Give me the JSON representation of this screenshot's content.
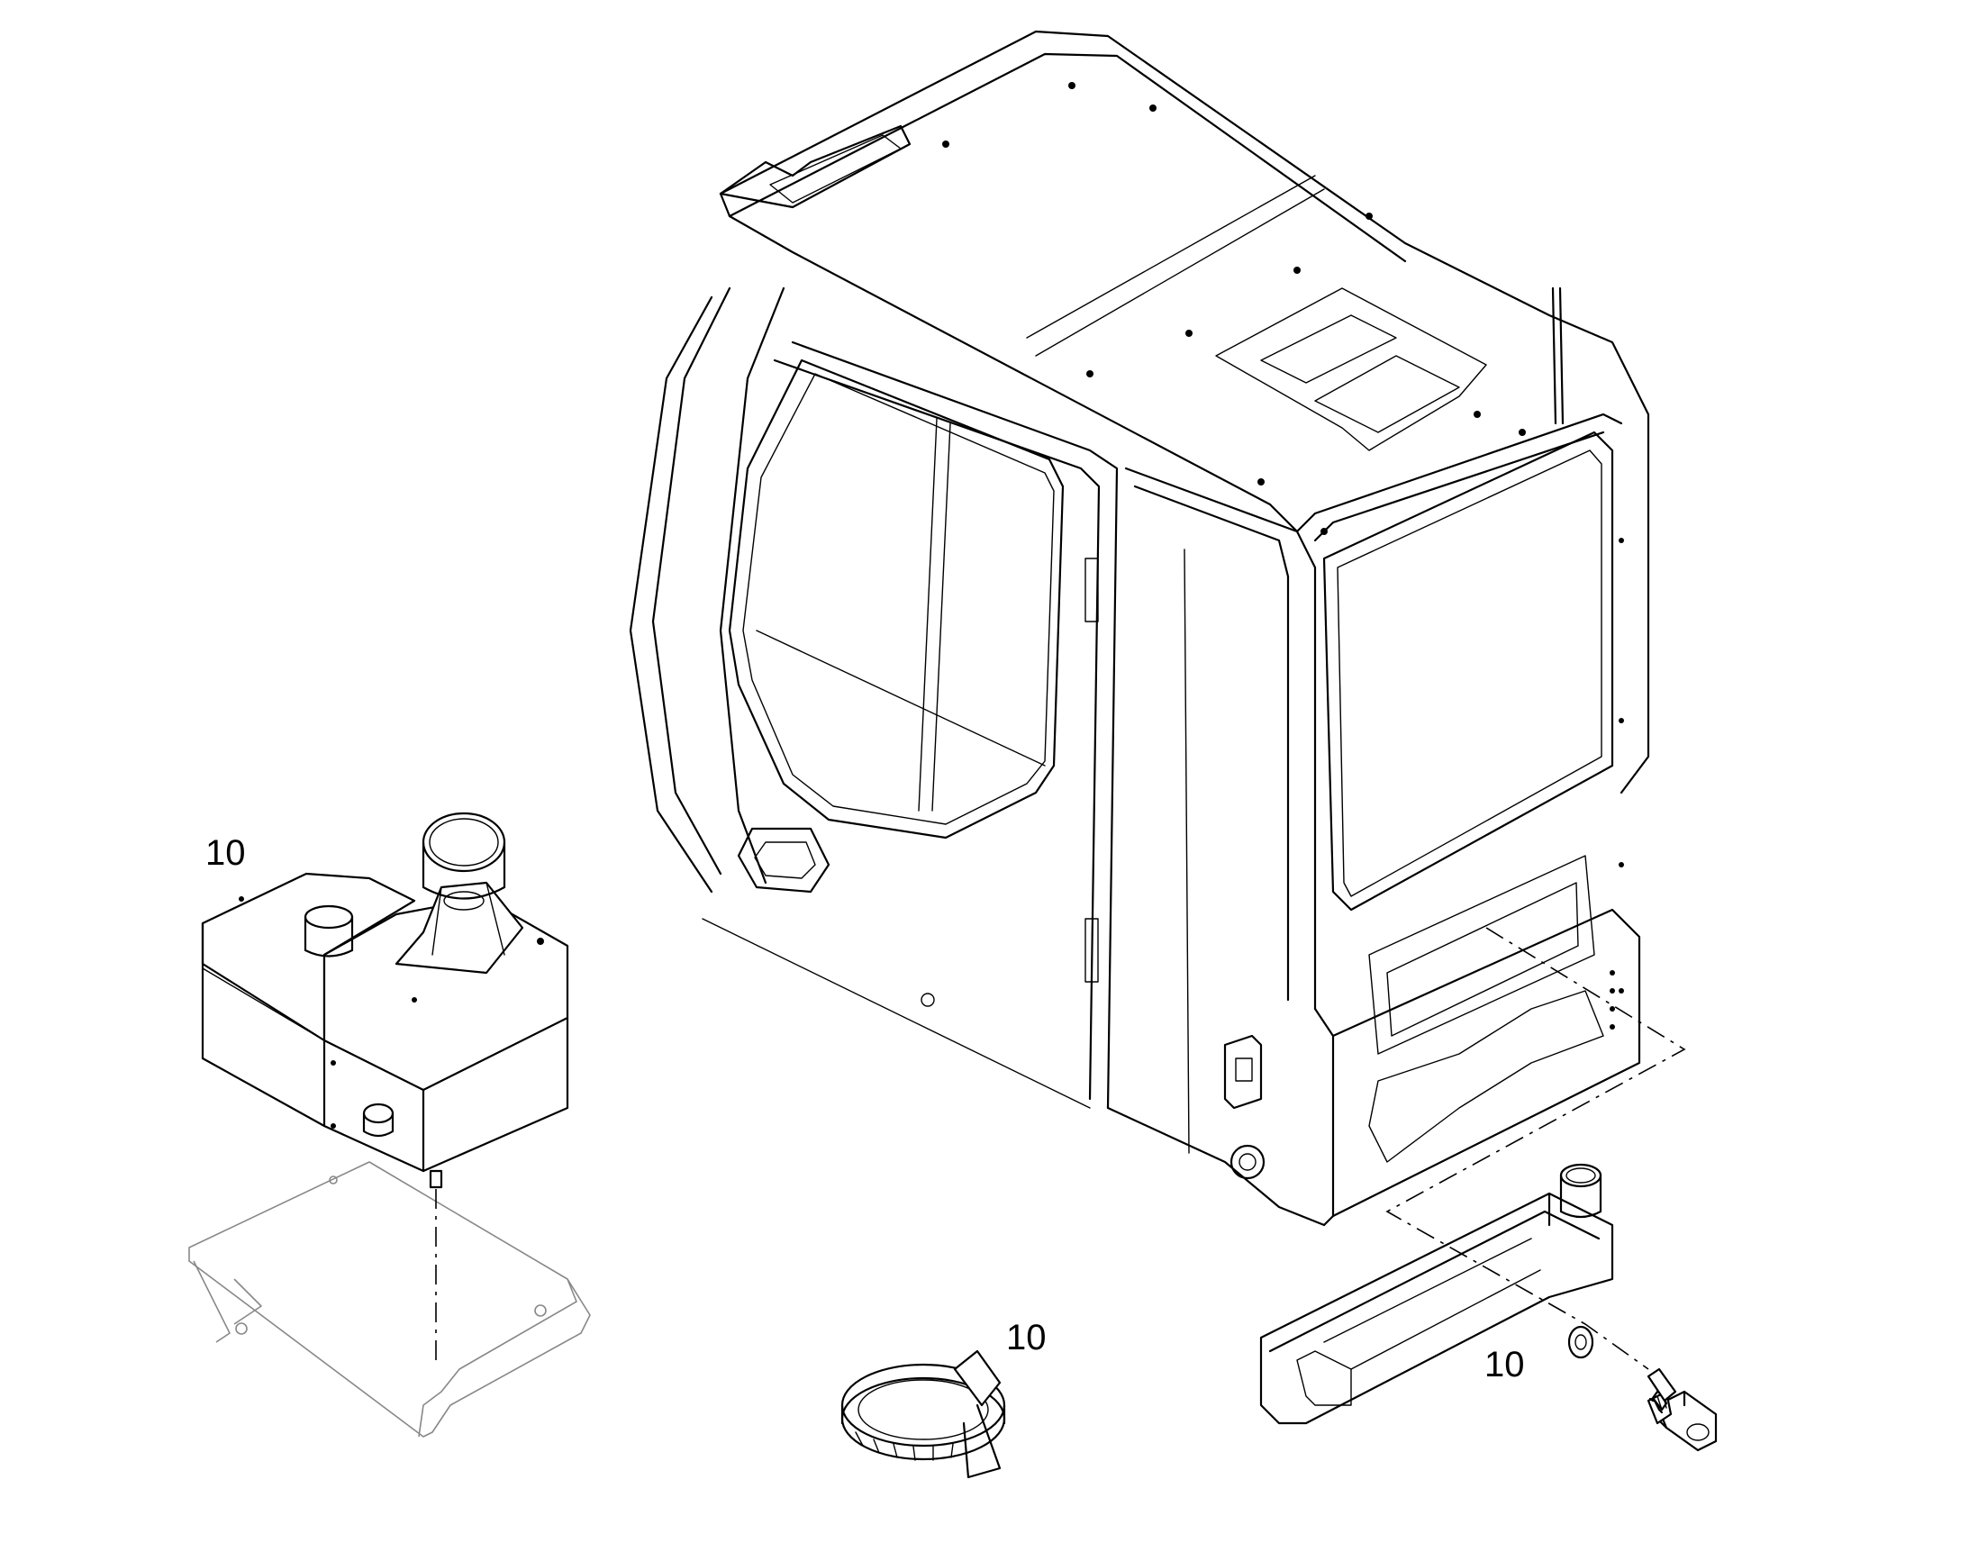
{
  "callouts": [
    {
      "id": "washer-tank",
      "text": "10"
    },
    {
      "id": "hose-clamp",
      "text": "10"
    },
    {
      "id": "nozzle-cover",
      "text": "10"
    }
  ],
  "colors": {
    "line": "#000000",
    "background": "#ffffff",
    "ghost_line": "#888888"
  }
}
